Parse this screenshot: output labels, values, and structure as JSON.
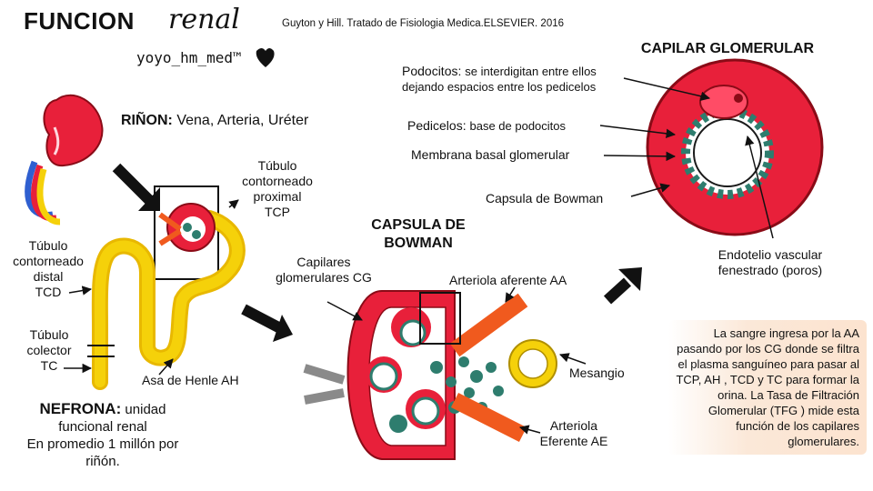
{
  "title": {
    "main": "FUNCION",
    "italic": "renal"
  },
  "credit": "Guyton y Hill. Tratado de Fisiologia Medica.ELSEVIER. 2016",
  "author": "yoyo_hm_med™",
  "rinon": {
    "bold": "RIÑON:",
    "rest": "Vena, Arteria, Uréter"
  },
  "nephron_labels": {
    "tcp": [
      "Túbulo",
      "contorneado",
      "proximal",
      "TCP"
    ],
    "tcd": [
      "Túbulo",
      "contorneado",
      "distal",
      "TCD"
    ],
    "tc": [
      "Túbulo",
      "colector",
      "TC"
    ],
    "ah": "Asa de Henle AH"
  },
  "nefrona": {
    "bold": "NEFRONA:",
    "line1": "unidad",
    "line2": "funcional renal",
    "line3": "En promedio 1 millón por",
    "line4": "riñón."
  },
  "bowman": {
    "title_line1": "CAPSULA DE",
    "title_line2": "BOWMAN",
    "cg": [
      "Capilares",
      "glomerulares CG"
    ],
    "aa": "Arteriola aferente AA",
    "mesangio": "Mesangio",
    "ae": [
      "Arteriola",
      "Eferente AE"
    ]
  },
  "capilar": {
    "title": "CAPILAR GLOMERULAR",
    "podocitos_bold": "Podocitos:",
    "podocitos_rest": "se interdigitan entre ellos",
    "podocitos_line2": "dejando espacios entre los pedicelos",
    "pedicelos_bold": "Pedicelos:",
    "pedicelos_rest": "base de podocitos",
    "membrana": "Membrana basal glomerular",
    "capsula": "Capsula de Bowman",
    "endotelio": [
      "Endotelio vascular",
      "fenestrado (poros)"
    ]
  },
  "info": "La sangre ingresa por la AA pasando por los CG donde se filtra el plasma sanguíneo para pasar al TCP, AH ,  TCD y TC para  formar la orina. La Tasa de Filtración Glomerular (TFG ) mide esta función  de los capilares glomerulares.",
  "colors": {
    "red": "#e8203a",
    "yellow": "#f5d10a",
    "teal": "#2e7d6e",
    "blue": "#2f5fd0",
    "orange": "#f05a1e"
  }
}
